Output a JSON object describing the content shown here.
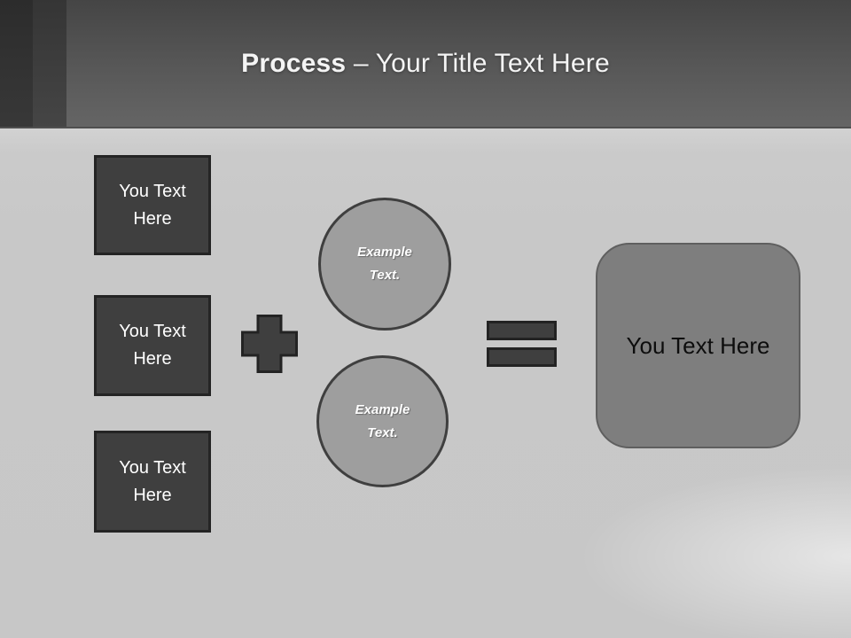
{
  "slide": {
    "title": {
      "bold": "Process",
      "rest": "– Your Title Text Here"
    }
  },
  "diagram": {
    "input_boxes": [
      {
        "label": "You Text Here"
      },
      {
        "label": "You Text Here"
      },
      {
        "label": "You Text Here"
      }
    ],
    "operators": {
      "plus": "plus-icon",
      "equals": "equals-icon"
    },
    "circles": [
      {
        "line1": "Example",
        "line2": "Text."
      },
      {
        "line1": "Example",
        "line2": "Text."
      }
    ],
    "result_box": {
      "label": "You Text Here"
    }
  },
  "colors": {
    "header_gradient_top": "#454545",
    "header_gradient_bottom": "#656565",
    "accent_stripe_dark": "#2c2c2c",
    "accent_stripe_light": "#3a3a3a",
    "body_background": "#c8c8c8",
    "shape_dark_fill": "#3f3f3f",
    "shape_dark_border": "#242424",
    "circle_fill": "#9e9e9e",
    "circle_border": "#3f3f3f",
    "result_fill": "#7e7e7e",
    "result_border": "#5f5f5f",
    "title_text": "#f4f4f4",
    "shape_text_light": "#ffffff",
    "result_text": "#0d0d0d"
  }
}
